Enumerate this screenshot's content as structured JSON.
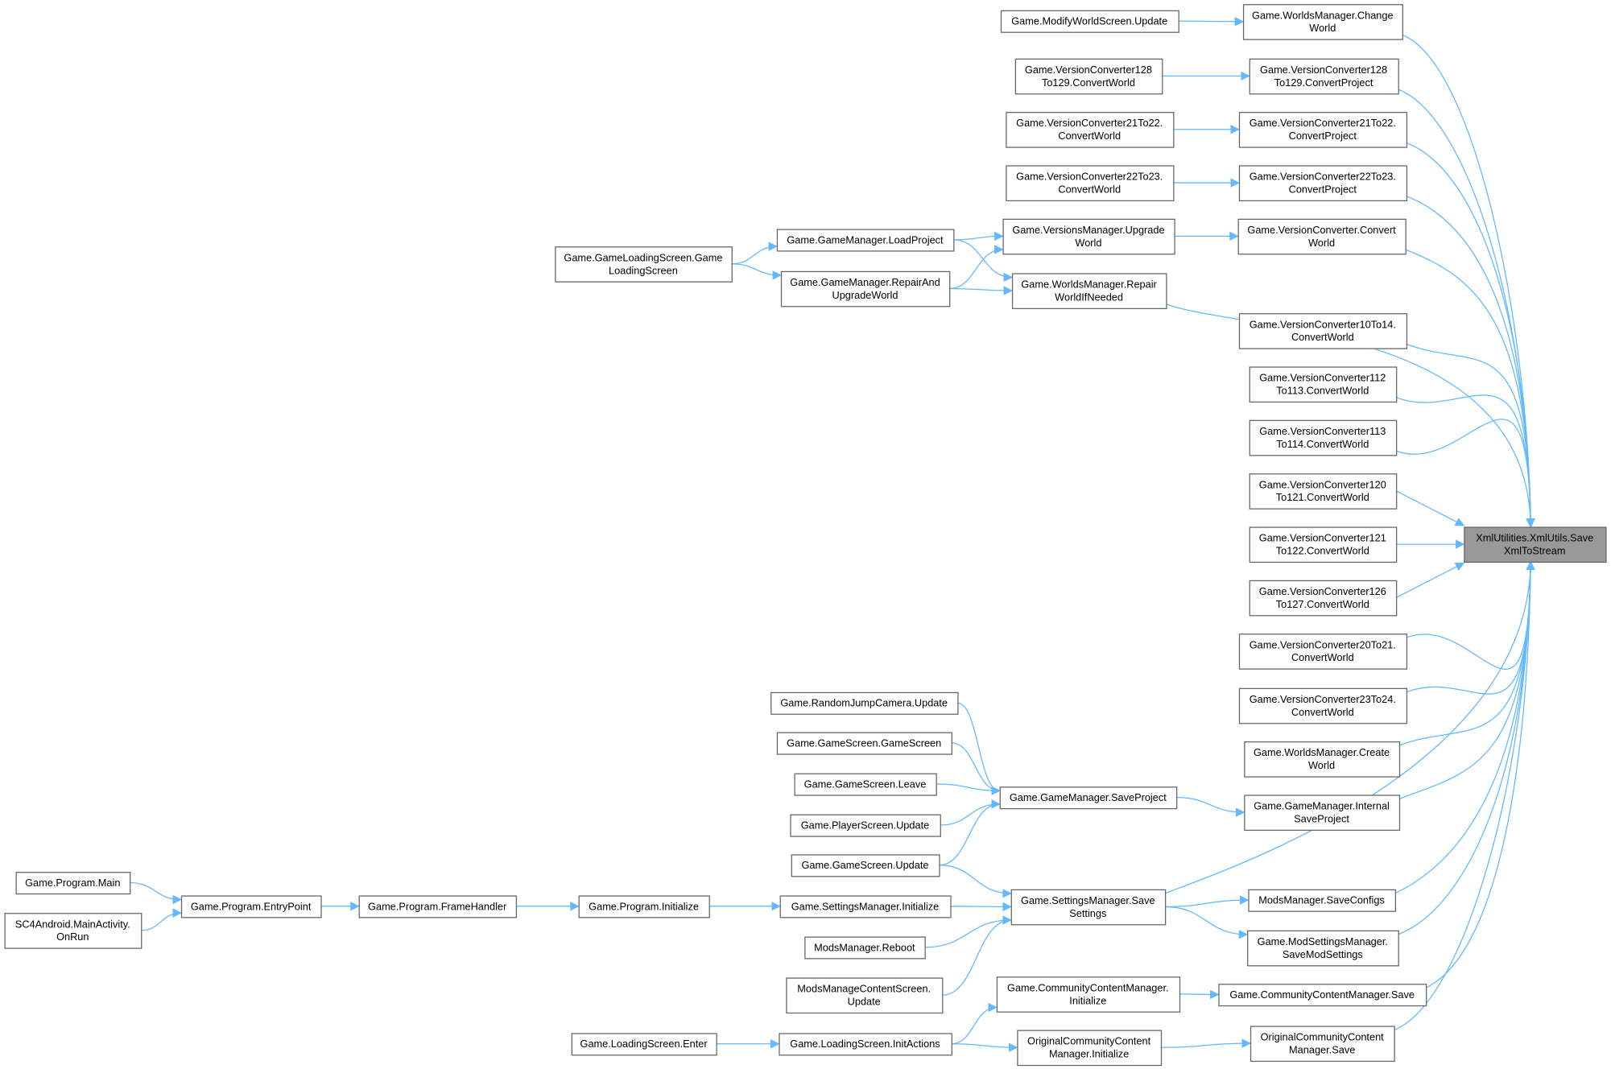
{
  "diagram": {
    "type": "call-graph",
    "edge_color": "#63b8ff",
    "target_fill": "#999999",
    "nodes": [
      {
        "id": "target",
        "lines": [
          "XmlUtilities.XmlUtils.Save",
          "XmlToStream"
        ]
      },
      {
        "id": "change",
        "lines": [
          "Game.WorldsManager.Change",
          "World"
        ]
      },
      {
        "id": "vc128p",
        "lines": [
          "Game.VersionConverter128",
          "To129.ConvertProject"
        ]
      },
      {
        "id": "vc21p",
        "lines": [
          "Game.VersionConverter21To22.",
          "ConvertProject"
        ]
      },
      {
        "id": "vc22p",
        "lines": [
          "Game.VersionConverter22To23.",
          "ConvertProject"
        ]
      },
      {
        "id": "vcconv",
        "lines": [
          "Game.VersionConverter.Convert",
          "World"
        ]
      },
      {
        "id": "vc10",
        "lines": [
          "Game.VersionConverter10To14.",
          "ConvertWorld"
        ]
      },
      {
        "id": "vc112",
        "lines": [
          "Game.VersionConverter112",
          "To113.ConvertWorld"
        ]
      },
      {
        "id": "vc113",
        "lines": [
          "Game.VersionConverter113",
          "To114.ConvertWorld"
        ]
      },
      {
        "id": "vc120",
        "lines": [
          "Game.VersionConverter120",
          "To121.ConvertWorld"
        ]
      },
      {
        "id": "vc121",
        "lines": [
          "Game.VersionConverter121",
          "To122.ConvertWorld"
        ]
      },
      {
        "id": "vc126",
        "lines": [
          "Game.VersionConverter126",
          "To127.ConvertWorld"
        ]
      },
      {
        "id": "vc20",
        "lines": [
          "Game.VersionConverter20To21.",
          "ConvertWorld"
        ]
      },
      {
        "id": "vc23",
        "lines": [
          "Game.VersionConverter23To24.",
          "ConvertWorld"
        ]
      },
      {
        "id": "create",
        "lines": [
          "Game.WorldsManager.Create",
          "World"
        ]
      },
      {
        "id": "internal",
        "lines": [
          "Game.GameManager.Internal",
          "SaveProject"
        ]
      },
      {
        "id": "saveconfigs",
        "lines": [
          "ModsManager.SaveConfigs"
        ]
      },
      {
        "id": "modsettings",
        "lines": [
          "Game.ModSettingsManager.",
          "SaveModSettings"
        ]
      },
      {
        "id": "ccmsave",
        "lines": [
          "Game.CommunityContentManager.Save"
        ]
      },
      {
        "id": "ocmsave",
        "lines": [
          "OriginalCommunityContent",
          "Manager.Save"
        ]
      },
      {
        "id": "modifyupdate",
        "lines": [
          "Game.ModifyWorldScreen.Update"
        ]
      },
      {
        "id": "vc128w",
        "lines": [
          "Game.VersionConverter128",
          "To129.ConvertWorld"
        ]
      },
      {
        "id": "vc21w",
        "lines": [
          "Game.VersionConverter21To22.",
          "ConvertWorld"
        ]
      },
      {
        "id": "vc22w",
        "lines": [
          "Game.VersionConverter22To23.",
          "ConvertWorld"
        ]
      },
      {
        "id": "upgrade",
        "lines": [
          "Game.VersionsManager.Upgrade",
          "World"
        ]
      },
      {
        "id": "repairneeded",
        "lines": [
          "Game.WorldsManager.Repair",
          "WorldIfNeeded"
        ]
      },
      {
        "id": "saveproject",
        "lines": [
          "Game.GameManager.SaveProject"
        ]
      },
      {
        "id": "savesettings",
        "lines": [
          "Game.SettingsManager.Save",
          "Settings"
        ]
      },
      {
        "id": "ccminit",
        "lines": [
          "Game.CommunityContentManager.",
          "Initialize"
        ]
      },
      {
        "id": "ocminit",
        "lines": [
          "OriginalCommunityContent",
          "Manager.Initialize"
        ]
      },
      {
        "id": "loadproject",
        "lines": [
          "Game.GameManager.LoadProject"
        ]
      },
      {
        "id": "repairupgrade",
        "lines": [
          "Game.GameManager.RepairAnd",
          "UpgradeWorld"
        ]
      },
      {
        "id": "randomjump",
        "lines": [
          "Game.RandomJumpCamera.Update"
        ]
      },
      {
        "id": "gsgs",
        "lines": [
          "Game.GameScreen.GameScreen"
        ]
      },
      {
        "id": "gsleave",
        "lines": [
          "Game.GameScreen.Leave"
        ]
      },
      {
        "id": "psupdate",
        "lines": [
          "Game.PlayerScreen.Update"
        ]
      },
      {
        "id": "gsupdate",
        "lines": [
          "Game.GameScreen.Update"
        ]
      },
      {
        "id": "setinit",
        "lines": [
          "Game.SettingsManager.Initialize"
        ]
      },
      {
        "id": "reboot",
        "lines": [
          "ModsManager.Reboot"
        ]
      },
      {
        "id": "modscontent",
        "lines": [
          "ModsManageContentScreen.",
          "Update"
        ]
      },
      {
        "id": "initactions",
        "lines": [
          "Game.LoadingScreen.InitActions"
        ]
      },
      {
        "id": "gameloading",
        "lines": [
          "Game.GameLoadingScreen.Game",
          "LoadingScreen"
        ]
      },
      {
        "id": "proginit",
        "lines": [
          "Game.Program.Initialize"
        ]
      },
      {
        "id": "framehandler",
        "lines": [
          "Game.Program.FrameHandler"
        ]
      },
      {
        "id": "loadingenter",
        "lines": [
          "Game.LoadingScreen.Enter"
        ]
      },
      {
        "id": "entrypoint",
        "lines": [
          "Game.Program.EntryPoint"
        ]
      },
      {
        "id": "progmain",
        "lines": [
          "Game.Program.Main"
        ]
      },
      {
        "id": "sc4",
        "lines": [
          "SC4Android.MainActivity.",
          "OnRun"
        ]
      }
    ],
    "edges": [
      [
        "change",
        "target"
      ],
      [
        "vc128p",
        "target"
      ],
      [
        "vc21p",
        "target"
      ],
      [
        "vc22p",
        "target"
      ],
      [
        "vcconv",
        "target"
      ],
      [
        "repairneeded",
        "target"
      ],
      [
        "vc10",
        "target"
      ],
      [
        "vc112",
        "target"
      ],
      [
        "vc113",
        "target"
      ],
      [
        "vc120",
        "target"
      ],
      [
        "vc121",
        "target"
      ],
      [
        "vc126",
        "target"
      ],
      [
        "vc20",
        "target"
      ],
      [
        "vc23",
        "target"
      ],
      [
        "create",
        "target"
      ],
      [
        "internal",
        "target"
      ],
      [
        "savesettings",
        "target"
      ],
      [
        "saveconfigs",
        "target"
      ],
      [
        "modsettings",
        "target"
      ],
      [
        "ccmsave",
        "target"
      ],
      [
        "ocmsave",
        "target"
      ],
      [
        "modifyupdate",
        "change"
      ],
      [
        "vc128w",
        "vc128p"
      ],
      [
        "vc21w",
        "vc21p"
      ],
      [
        "vc22w",
        "vc22p"
      ],
      [
        "upgrade",
        "vcconv"
      ],
      [
        "loadproject",
        "upgrade"
      ],
      [
        "loadproject",
        "repairneeded"
      ],
      [
        "repairupgrade",
        "upgrade"
      ],
      [
        "repairupgrade",
        "repairneeded"
      ],
      [
        "gameloading",
        "loadproject"
      ],
      [
        "gameloading",
        "repairupgrade"
      ],
      [
        "saveproject",
        "internal"
      ],
      [
        "randomjump",
        "saveproject"
      ],
      [
        "gsgs",
        "saveproject"
      ],
      [
        "gsleave",
        "saveproject"
      ],
      [
        "psupdate",
        "saveproject"
      ],
      [
        "gsupdate",
        "saveproject"
      ],
      [
        "gsupdate",
        "savesettings"
      ],
      [
        "setinit",
        "savesettings"
      ],
      [
        "reboot",
        "savesettings"
      ],
      [
        "modscontent",
        "savesettings"
      ],
      [
        "savesettings",
        "saveconfigs"
      ],
      [
        "savesettings",
        "modsettings"
      ],
      [
        "ccminit",
        "ccmsave"
      ],
      [
        "ocminit",
        "ocmsave"
      ],
      [
        "initactions",
        "ccminit"
      ],
      [
        "initactions",
        "ocminit"
      ],
      [
        "loadingenter",
        "initactions"
      ],
      [
        "proginit",
        "setinit"
      ],
      [
        "framehandler",
        "proginit"
      ],
      [
        "entrypoint",
        "framehandler"
      ],
      [
        "progmain",
        "entrypoint"
      ],
      [
        "sc4",
        "entrypoint"
      ]
    ]
  }
}
